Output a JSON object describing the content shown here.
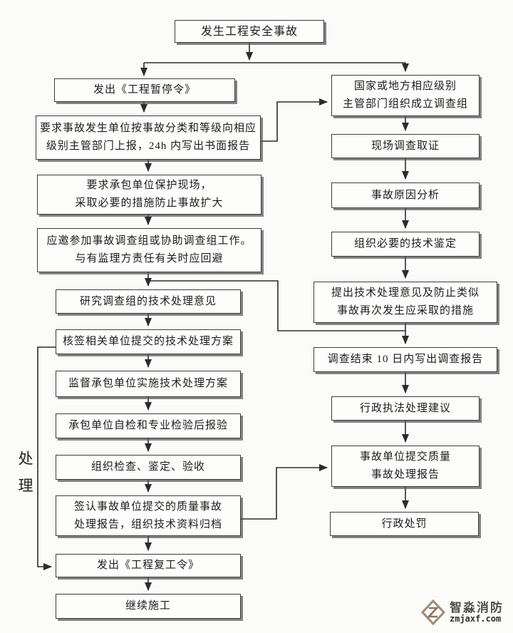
{
  "colors": {
    "background": "#fbfbf9",
    "box_fill": "#fdfdfc",
    "box_border": "#3d3d3d",
    "box_shadow": "#8c8c8c",
    "line": "#2c2c2c",
    "logo_tan": "#a08b76",
    "brand_text": "#4f4f4f"
  },
  "nodes": {
    "start": "发生工程安全事故",
    "stop_order": "发出《工程暂停令》",
    "report_24h": "要求事故发生单位按事故分类和等级向相应\n级别主管部门上报，24h 内写出书面报告",
    "protect_site": "要求承包单位保护现场，\n采取必要的措施防止事故扩大",
    "join_investigation": "应邀参加事故调查组或协助调查组工作。\n与有监理方责任有关时应回避",
    "study_opinion": "研究调查组的技术处理意见",
    "countersign_plan": "核签相关单位提交的技术处理方案",
    "supervise_plan": "监督承包单位实施技术处理方案",
    "self_inspection": "承包单位自检和专业检验后报验",
    "organize_acceptance": "组织检查、鉴定、验收",
    "sign_report": "签认事故单位提交的质量事故\n处理报告，组织技术资料归档",
    "resume_order": "发出《工程复工令》",
    "continue_construction": "继续施工",
    "form_investigation_team": "国家或地方相应级别\n主管部门组织成立调查组",
    "site_investigation": "现场调查取证",
    "cause_analysis": "事故原因分析",
    "technical_appraisal": "组织必要的技术鉴定",
    "propose_measures": "提出技术处理意见及防止类似\n事故再次发生应采取的措施",
    "investigation_report": "调查结束 10 日内写出调查报告",
    "law_enforcement_suggestion": "行政执法处理建议",
    "submit_quality_report": "事故单位提交质量\n事故处理报告",
    "administrative_penalty": "行政处罚"
  },
  "side_label": "处理",
  "watermark": {
    "brand": "智淼消防",
    "domain": "zmjaxf.com"
  }
}
